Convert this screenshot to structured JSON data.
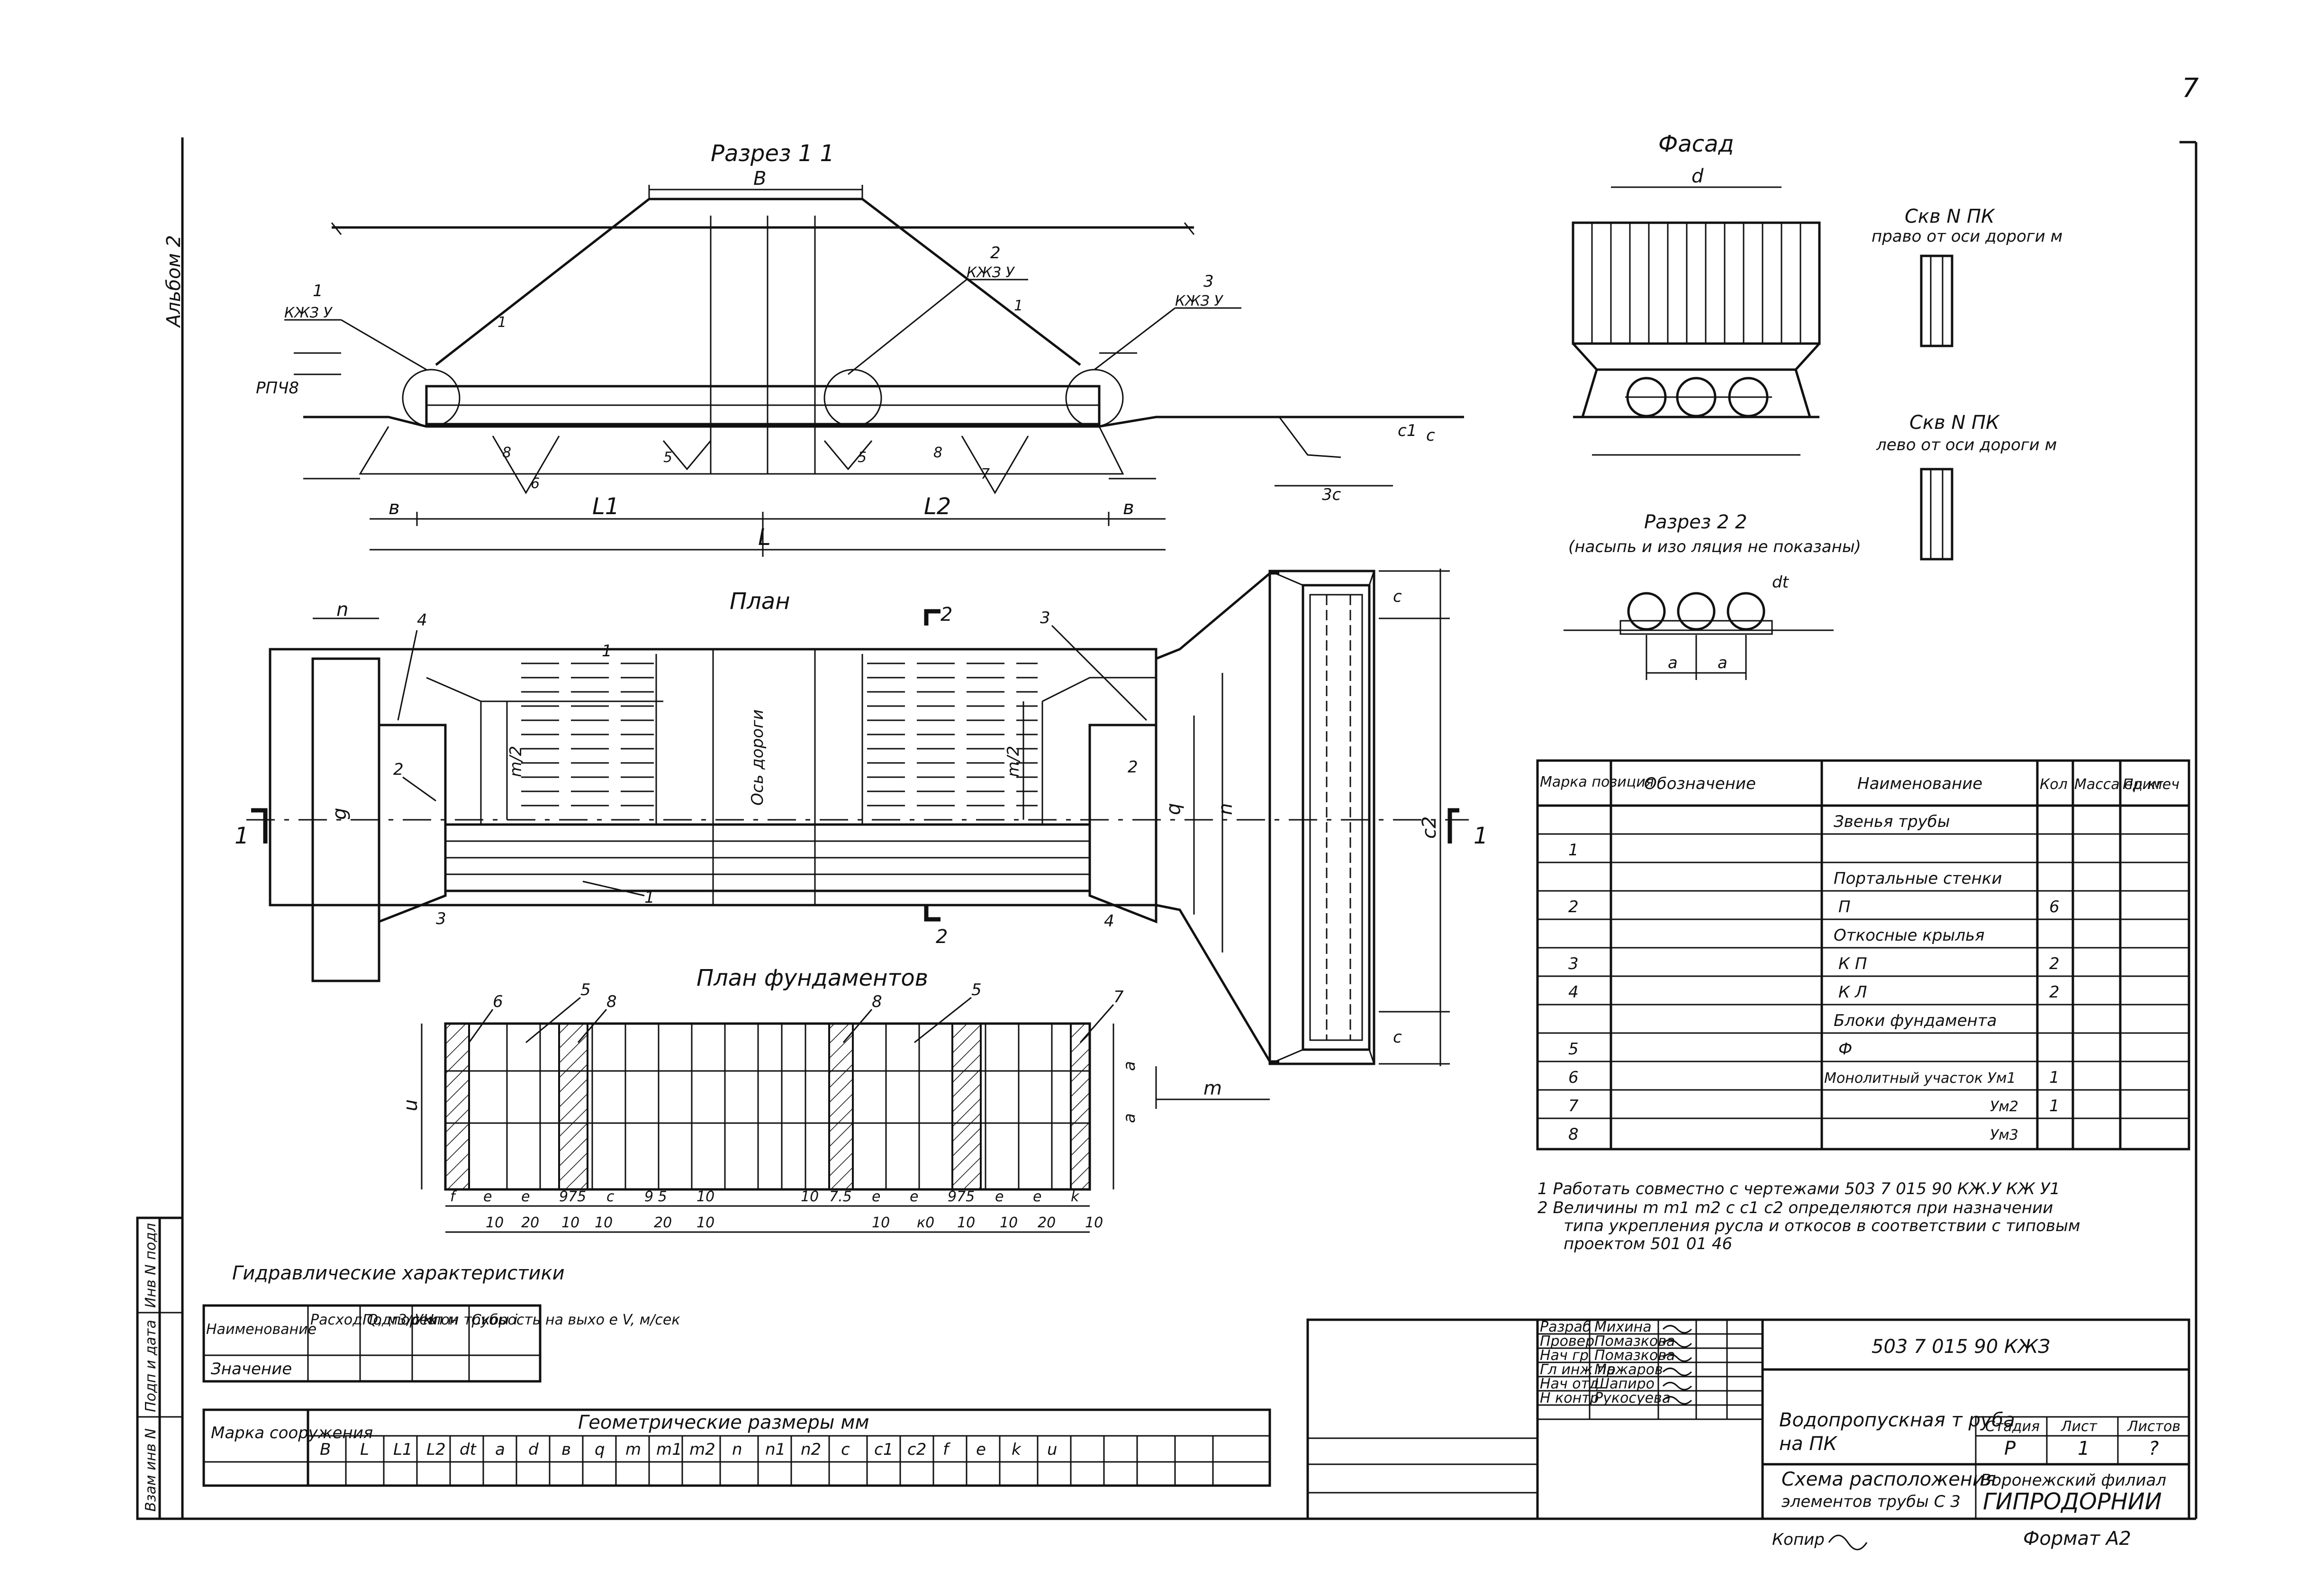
{
  "page_number": "7",
  "album_label": "Альбом 2",
  "views": {
    "section11": {
      "title": "Разрез 1 1",
      "labels": {
        "B": "B",
        "L1": "L1",
        "L2": "L2",
        "L": "L",
        "b": "в",
        "rpch": "РПЧ8",
        "c": "c",
        "c1": "c1",
        "zc": "3c"
      },
      "callouts": {
        "k1": {
          "num": "1",
          "code": "КЖЗ У"
        },
        "k2": {
          "num": "2",
          "code": "КЖЗ У"
        },
        "k3": {
          "num": "3",
          "code": "КЖЗ У"
        }
      },
      "marks": [
        "1",
        "8",
        "5",
        "5",
        "8",
        "7",
        "6",
        "1"
      ]
    },
    "facade": {
      "title": "Фасад",
      "d": "d",
      "skv_right": {
        "line1": "Скв N     ПК",
        "line2": "право от оси дороги     м"
      },
      "skv_left": {
        "line1": "Скв N     ПК",
        "line2": "лево от оси дороги     м"
      }
    },
    "section22": {
      "title": "Разрез 2 2",
      "subtitle": "(насыпь и изо ляция не показаны)",
      "dt": "dt",
      "a1": "a",
      "a2": "a"
    },
    "plan": {
      "title": "План",
      "road_axis": "Ось дороги",
      "labels": {
        "n": "n",
        "g": "g",
        "m2a": "m/2",
        "m2b": "m/2",
        "q": "q",
        "c2": "c2",
        "c": "c",
        "m": "m",
        "n1": "n"
      },
      "marks": {
        "one_a": "1",
        "one_b": "1",
        "two_l": "2",
        "two_r": "2",
        "three_a": "3",
        "three_b": "3",
        "four_a": "4",
        "four_b": "4",
        "two_top": "2",
        "two_bot": "2",
        "sec1_l": "1",
        "sec1_r": "1"
      }
    },
    "found_plan": {
      "title": "План фундаментов",
      "marks": {
        "six": "6",
        "five_a": "5",
        "eight_a": "8",
        "eight_b": "8",
        "five_b": "5",
        "seven": "7"
      },
      "side": {
        "u": "u",
        "a1": "a",
        "a2": "a"
      },
      "dims_top": [
        "f",
        "e",
        "e",
        "975",
        "c",
        "9 5",
        "10",
        "10",
        "7.5",
        "e",
        "e",
        "975",
        "e",
        "e",
        "k"
      ],
      "dims_bot": [
        "10",
        "20",
        "10",
        "10",
        "20",
        "10",
        "10",
        "к0",
        "10",
        "10",
        "20",
        "10"
      ]
    }
  },
  "spec_table": {
    "headers": [
      "Марка позиция",
      "Обозначение",
      "Наименование",
      "Кол",
      "Масса ед кг",
      "Примеч"
    ],
    "rows": [
      {
        "pos": "",
        "code": "",
        "name": "Звенья трубы",
        "qty": ""
      },
      {
        "pos": "1",
        "code": "",
        "name": "",
        "qty": ""
      },
      {
        "pos": "",
        "code": "",
        "name": "Портальные стенки",
        "qty": ""
      },
      {
        "pos": "2",
        "code": "",
        "name": "П",
        "qty": "6"
      },
      {
        "pos": "",
        "code": "",
        "name": "Откосные крылья",
        "qty": ""
      },
      {
        "pos": "3",
        "code": "",
        "name": "К П",
        "qty": "2"
      },
      {
        "pos": "4",
        "code": "",
        "name": "К Л",
        "qty": "2"
      },
      {
        "pos": "",
        "code": "",
        "name": "Блоки фундамента",
        "qty": ""
      },
      {
        "pos": "5",
        "code": "",
        "name": "Ф",
        "qty": ""
      },
      {
        "pos": "6",
        "code": "",
        "name": "Монолитный участок Ум1",
        "qty": "1"
      },
      {
        "pos": "7",
        "code": "",
        "name": "Ум2",
        "qty": "1"
      },
      {
        "pos": "8",
        "code": "",
        "name": "Ум3",
        "qty": ""
      }
    ]
  },
  "notes": [
    "1  Работать совместно с чертежами 503 7 015 90 КЖ.У КЖ У1",
    "2  Величины m m1 m2 c c1 c2 определяются при назначении",
    "типа укрепления русла и откосов в соответствии с типовым",
    "проектом 501 01 46"
  ],
  "hydraulic": {
    "title": "Гидравлические характеристики",
    "headers": [
      "Наименование",
      "Расход Q, м3/сек",
      "Подпор Hп м",
      "Уклон трубы i",
      "Скорость на выхо е V, м/сек"
    ],
    "row_label": "Значение"
  },
  "geometry": {
    "title_left": "Марка сооружения",
    "title_top": "Геометрические размеры мм",
    "cols": [
      "B",
      "L",
      "L1",
      "L2",
      "dt",
      "a",
      "d",
      "в",
      "q",
      "m",
      "m1",
      "m2",
      "n",
      "n1",
      "n2",
      "c",
      "c1",
      "c2",
      "f",
      "e",
      "k",
      "u"
    ]
  },
  "stamp": {
    "signers": [
      {
        "role": "Разраб",
        "name": "Михина"
      },
      {
        "role": "Провер",
        "name": "Помазкова"
      },
      {
        "role": "Нач гр",
        "name": "Помазкова"
      },
      {
        "role": "Гл инж пр",
        "name": "Мажаров"
      },
      {
        "role": "Нач отд",
        "name": "Шапиро"
      },
      {
        "role": "Н контр",
        "name": "Рукосуева"
      }
    ],
    "doc_code": "503 7 015 90 КЖЗ",
    "title1": "Водопропускная т руба",
    "title1b": "на ПК",
    "stage_h": "Стадия",
    "sheet_h": "Лист",
    "sheets_h": "Листов",
    "stage": "Р",
    "sheet": "1",
    "sheets": "?",
    "title2": "Схема расположения",
    "title2b": "элементов трубы С 3",
    "org1": "Воронежский филиал",
    "org2": "ГИПРОДОРНИИ",
    "copied": "Копир",
    "format": "Формат А2"
  },
  "left_strip": [
    "Инв N подл",
    "Подп и дата",
    "Взам инв N"
  ]
}
